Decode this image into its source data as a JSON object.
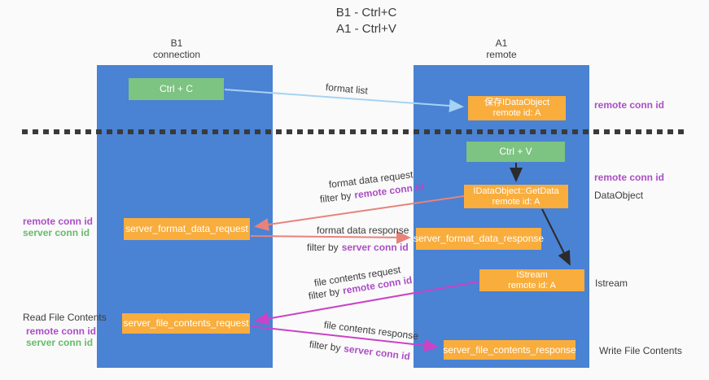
{
  "title": {
    "line1": "B1 - Ctrl+C",
    "line2": "A1 - Ctrl+V"
  },
  "lanes": {
    "left": {
      "title": "B1",
      "subtitle": "connection"
    },
    "right": {
      "title": "A1",
      "subtitle": "remote"
    }
  },
  "nodes": {
    "ctrl_c": {
      "label": "Ctrl + C"
    },
    "ctrl_v": {
      "label": "Ctrl + V"
    },
    "saved_idataobject": {
      "line1": "保存IDataObject",
      "line2": "remote id: A"
    },
    "idataobject_getdata": {
      "line1": "IDataObject::GetData",
      "line2": "remote id: A"
    },
    "istream": {
      "line1": "IStream",
      "line2": "remote id: A"
    },
    "server_format_data_request": {
      "label": "server_format_data_request"
    },
    "server_format_data_response": {
      "label": "server_format_data_response"
    },
    "server_file_contents_request": {
      "label": "server_file_contents_request"
    },
    "server_file_contents_response": {
      "label": "server_file_contents_response"
    }
  },
  "annotations": {
    "right": {
      "remote_conn_id_top": "remote conn id",
      "remote_conn_id_mid": "remote conn id",
      "dataobject": "DataObject",
      "istream": "Istream",
      "write_file_contents": "Write File Contents"
    },
    "left": {
      "remote_conn_id_1": "remote conn id",
      "server_conn_id_1": "server conn id",
      "read_file_contents": "Read File Contents",
      "remote_conn_id_2": "remote conn id",
      "server_conn_id_2": "server conn id"
    }
  },
  "arrows": {
    "format_list": {
      "label": "format list"
    },
    "format_data_request": {
      "label": "format data request",
      "filter_prefix": "filter by",
      "filter_key": "remote conn id"
    },
    "format_data_response": {
      "label": "format data response",
      "filter_prefix": "filter by",
      "filter_key": "server conn id"
    },
    "file_contents_request": {
      "label": "file contents request",
      "filter_prefix": "filter by",
      "filter_key": "remote conn id"
    },
    "file_contents_response": {
      "label": "file contents response",
      "filter_prefix": "filter by",
      "filter_key": "server conn id"
    }
  },
  "colors": {
    "background": "#fafafa",
    "lane_blue": "#4a82d4",
    "node_green": "#7dc382",
    "node_orange": "#f9ad3d",
    "purple_text": "#ab4ec6",
    "green_text": "#66bb6a",
    "salmon_arrow": "#e8837b",
    "magenta_arrow": "#cb42c6",
    "light_blue_arrow": "#a5d3f3",
    "black_arrow": "#2b2b2b",
    "dash_color": "#3a3a3a",
    "text_dark": "#3c3c3c"
  }
}
